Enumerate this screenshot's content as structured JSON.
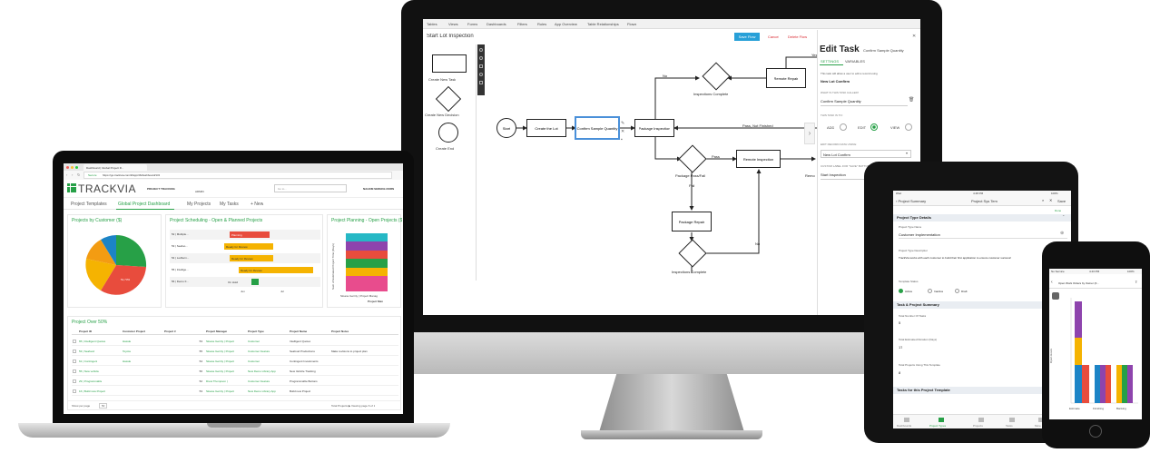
{
  "monitor": {
    "menu": [
      "Tables",
      "Views",
      "Forms",
      "Dashboards",
      "Filters",
      "Roles",
      "App Overview",
      "Table Relationships",
      "Flows"
    ],
    "flow_title": "Start Lot Inspection",
    "buttons": {
      "save": "Save Flow",
      "cancel": "Cancel",
      "delete": "Delete Flow"
    },
    "palette": {
      "new_task": "Create New Task",
      "new_decision": "Create New Decision",
      "new_end": "Create End"
    },
    "nodes": {
      "start": "Start",
      "create_lot": "Create the Lot",
      "confirm": "Confirm Sample Quantity",
      "pkg_inspection": "Package Inspection",
      "pkg_pass_fail": "Package Pass/Fail",
      "remote_inspection": "Remote Inspection",
      "remote_repair": "Remote Repair",
      "insp_complete_top": "Inspections Complete",
      "pkg_repair": "Package Repair",
      "insp_complete_bottom": "Inspections Complete",
      "remote_cut": "Remo"
    },
    "edges": {
      "yes": "Yes",
      "no": "No",
      "pass": "Pass",
      "fail": "Fail",
      "pass_not_finished": "Pass, Not Finished",
      "no2": "No"
    },
    "panel": {
      "title": "Edit Task",
      "subtitle": "Confirm Sample Quantity",
      "tab_settings": "SETTINGS",
      "tab_variables": "VARIABLES",
      "desc": "This task will allow a user to edit a record using",
      "desc_bold": "New Lot Confirm",
      "q1": "WHAT IS THIS TASK CALLED?",
      "task_name": "Confirm Sample Quantity",
      "q2": "THIS TASK IS TO:",
      "opt_add": "ADD",
      "opt_edit": "EDIT",
      "opt_view": "VIEW",
      "q3": "EDIT RECORD DATA USING:",
      "form": "New Lot Confirm",
      "q4": "CUSTOM LABEL FOR \"SAVE\" BUTTON",
      "save_label": "Start Inspection"
    }
  },
  "laptop": {
    "tab_title": "Dashboard | Global Project D...",
    "url_secure": "Secure",
    "url": "https://go.trackvia.com/#/app/46/dashboard/133",
    "logo": "TRACKVIA",
    "app_menu": "PROJECT TRACKING",
    "admin": "ADMIN",
    "search_placeholder": "Go to...",
    "user": "NAHOM SEREKE-DORN",
    "nav": [
      "Project Templates",
      "Global Project Dashboard",
      "My Projects",
      "My Tasks",
      "+ New"
    ],
    "widgets": {
      "pie": "Projects by Customer ($)",
      "gantt": "Project Scheduling - Open & Planned Projects",
      "stack": "Project Planning - Open Projects ($)",
      "table": "Project Over 50%"
    },
    "pie_label": "51,73%",
    "gantt_rows": [
      {
        "name": "52 | Multiple...",
        "status": "Planning"
      },
      {
        "name": "53 | Seafoo...",
        "status": "Ready for Review"
      },
      {
        "name": "54 | Ledbern...",
        "status": "Ready for Review"
      },
      {
        "name": "55 | Intellige...",
        "status": "Ready for Review"
      },
      {
        "name": "56 | Demo F...",
        "status": "On Hold"
      }
    ],
    "gantt_months": [
      "Jun",
      "Jul"
    ],
    "stack_ylabel": "Sum of Estimated Project Time (Days)",
    "stack_xlabel": "Project Man",
    "stack_cats": [
      "Sloane Gerrity | Project Manag"
    ],
    "table_headers": [
      "Project ID",
      "Customer Project",
      "Project #",
      "Project Manager",
      "Project Type",
      "Project Name",
      "Project Notes"
    ],
    "table_rows": [
      [
        "65 | Intelligent Quotes",
        "Hassle",
        "",
        "53",
        "Sloane Gerrity | Project",
        "Customer",
        "Intelligent Quotes",
        ""
      ],
      [
        "53 | Seafood",
        "Toyota",
        "",
        "55",
        "Sloane Gerrity | Project",
        "Customer Feature",
        "Seafood Productions",
        "Make revisions to project plan"
      ],
      [
        "61 | Contingent",
        "Hassle",
        "",
        "54",
        "Sloane Gerrity | Project",
        "Customer",
        "Contingent Investments",
        ""
      ],
      [
        "55 | New vehicle",
        "",
        "",
        "56",
        "Sloane Gerrity | Project",
        "New Demo Library App",
        "New Vehicle Tracking",
        ""
      ],
      [
        "29 | Programmable",
        "",
        "",
        "52",
        "Drew Thompson |",
        "Customer Feature",
        "Programmable Buttons",
        ""
      ],
      [
        "16 | Build new Project",
        "",
        "",
        "53",
        "Sloane Gerrity | Project",
        "New Demo Library App",
        "Build new Project",
        ""
      ]
    ],
    "footer_left": "Show per page",
    "footer_perpage": "50",
    "footer_right": "Total Projects  ▶  Viewing page 6 of 1"
  },
  "tablet": {
    "status_left": "iPad",
    "status_time": "4:48 PM",
    "status_right": "100%",
    "back": "Project Summary",
    "nav_title": "Project Sys Tem",
    "nav_right": "Save",
    "edit": "Done",
    "section1": "Project Type Details",
    "f1_label": "Project Type Name",
    "f1_value": "Customer Implementation",
    "f2_label": "Project Type Description",
    "f2_value": "TrackVia works with each customer to build their first application to ensure customer success!",
    "f3_label": "Template Status",
    "radio": [
      "Active",
      "Inactive",
      "Draft"
    ],
    "section2": "Task & Project Summary",
    "s1_label": "Total Number Of Tasks",
    "s1_value": "5",
    "s2_label": "Total Estimated Duration (Days)",
    "s2_value": "17",
    "s3_label": "Total Projects Using This Template",
    "s3_value": "8",
    "section3": "Tasks for this Project Template",
    "tabs": [
      "Dashboards",
      "Project Types",
      "Projects",
      "Tasks",
      "More"
    ]
  },
  "phone": {
    "status_left": "No Service",
    "status_time": "4:43 PM",
    "status_right": "100%",
    "title": "Open Work Orders by Owner (F...",
    "ylabel": "Open Hours",
    "xlabels": [
      "Estimate",
      "Finishing",
      "Banking"
    ]
  },
  "colors": {
    "green": "#27a047",
    "blue": "#1c84c6",
    "yellow": "#f5b301",
    "red": "#e84c3d",
    "purple": "#8e44ad",
    "teal": "#26b8c5"
  }
}
